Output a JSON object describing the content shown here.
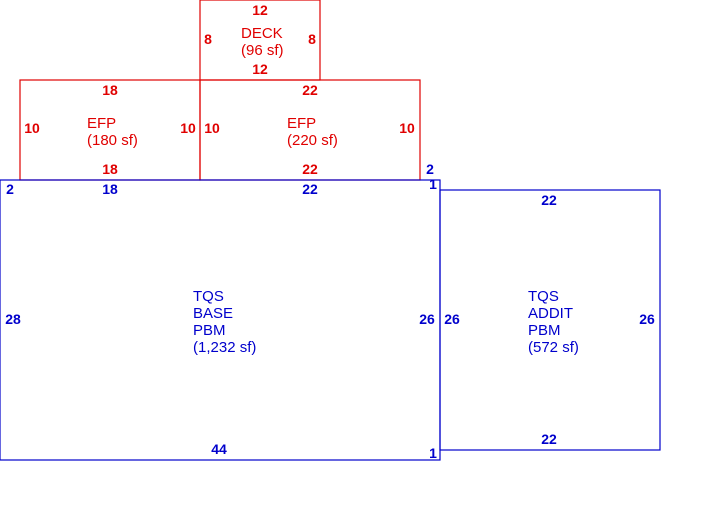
{
  "colors": {
    "upper_floor": "#e00000",
    "base_floor": "#0000cc"
  },
  "rooms": {
    "deck": {
      "name": "DECK",
      "area": "(96 sf)",
      "dims": {
        "top": "12",
        "bottom": "12",
        "left": "8",
        "right": "8"
      }
    },
    "efp_left": {
      "name": "EFP",
      "area": "(180 sf)",
      "dims": {
        "top": "18",
        "bottom": "18",
        "left": "10",
        "right": "10"
      }
    },
    "efp_right": {
      "name": "EFP",
      "area": "(220 sf)",
      "dims": {
        "top": "22",
        "bottom": "22",
        "left": "10",
        "right": "10",
        "offset": "2"
      }
    },
    "tqs_base": {
      "name": [
        "TQS",
        "BASE",
        "PBM"
      ],
      "area": "(1,232 sf)",
      "dims": {
        "top_left": "18",
        "top_right": "22",
        "bottom": "44",
        "left": "28",
        "right": "26",
        "corner_top_left": "2",
        "corner_top_right": "1",
        "corner_bottom_right": "1"
      }
    },
    "tqs_addit": {
      "name": [
        "TQS",
        "ADDIT",
        "PBM"
      ],
      "area": "(572 sf)",
      "dims": {
        "top": "22",
        "bottom": "22",
        "left": "26",
        "right": "26"
      }
    }
  }
}
